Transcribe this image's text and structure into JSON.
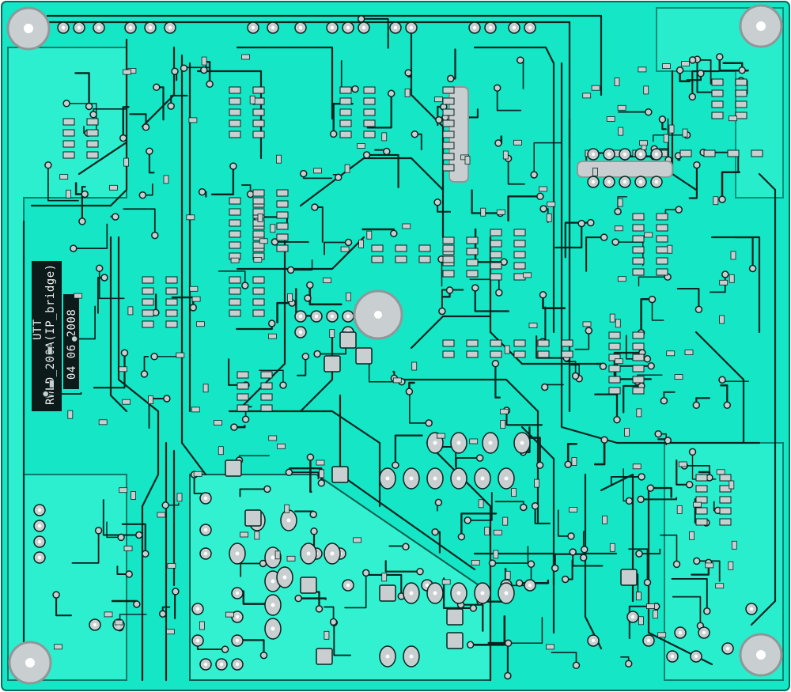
{
  "board": {
    "silkscreen": {
      "line1": "UTT",
      "line2": "RWLD_200A(IP_bridge)",
      "line3": "04 06 2008"
    }
  },
  "colors": {
    "board": "#14e6c6",
    "board_dark": "#0fcbb0",
    "trace": "#06231e",
    "copper": "#3ef7d7",
    "pad": "#c9cfd0",
    "pad_dark": "#8f9799",
    "silk_bg": "#0c1a19"
  }
}
